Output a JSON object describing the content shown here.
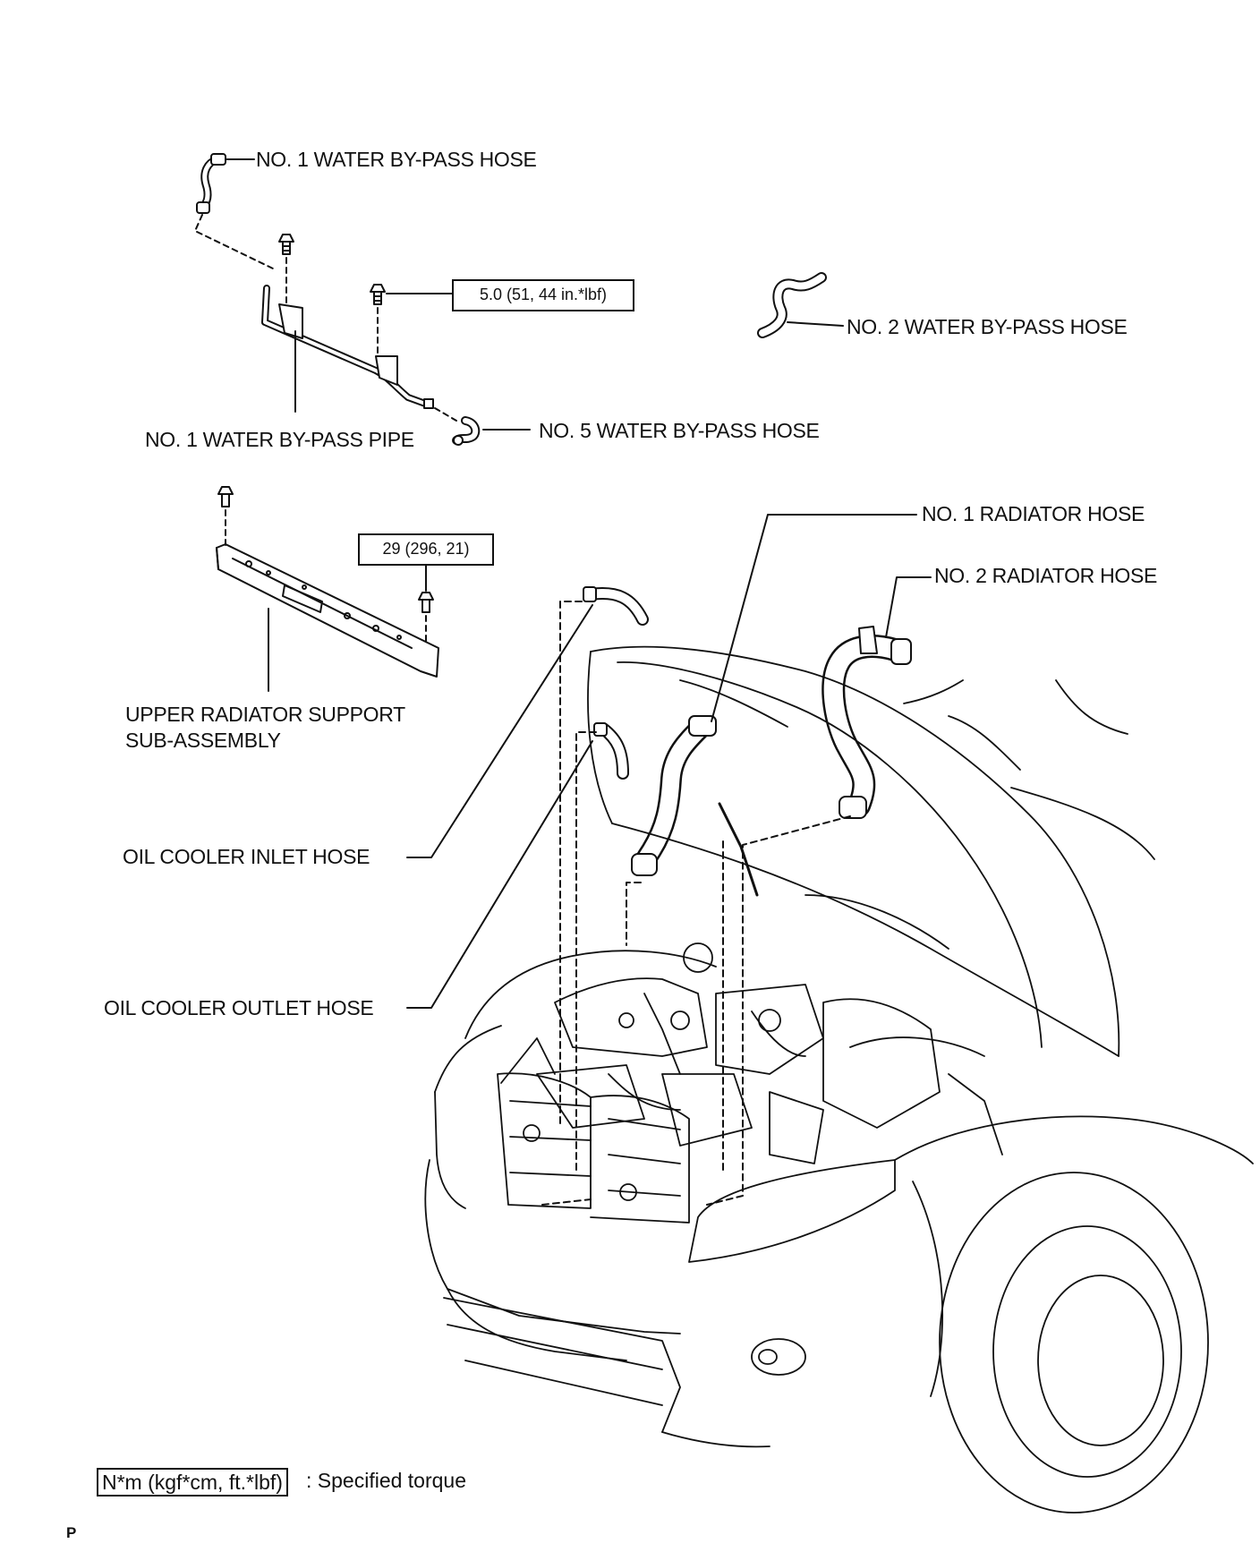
{
  "labels": {
    "no1_water_bypass_hose": "NO. 1 WATER BY-PASS HOSE",
    "no2_water_bypass_hose": "NO. 2 WATER BY-PASS HOSE",
    "no1_water_bypass_pipe": "NO. 1 WATER BY-PASS PIPE",
    "no5_water_bypass_hose": "NO. 5 WATER BY-PASS HOSE",
    "no1_radiator_hose": "NO. 1 RADIATOR HOSE",
    "no2_radiator_hose": "NO. 2 RADIATOR HOSE",
    "upper_radiator_support_line1": "UPPER RADIATOR SUPPORT",
    "upper_radiator_support_line2": "SUB-ASSEMBLY",
    "oil_cooler_inlet_hose": "OIL COOLER INLET HOSE",
    "oil_cooler_outlet_hose": "OIL COOLER OUTLET HOSE"
  },
  "torques": {
    "bypass_pipe_bolt": "5.0 (51, 44 in.*lbf)",
    "radiator_support_bolt": "29 (296, 21)"
  },
  "legend": {
    "unit_box": "N*m (kgf*cm, ft.*lbf)",
    "description": ": Specified torque"
  },
  "footer_code": "P"
}
